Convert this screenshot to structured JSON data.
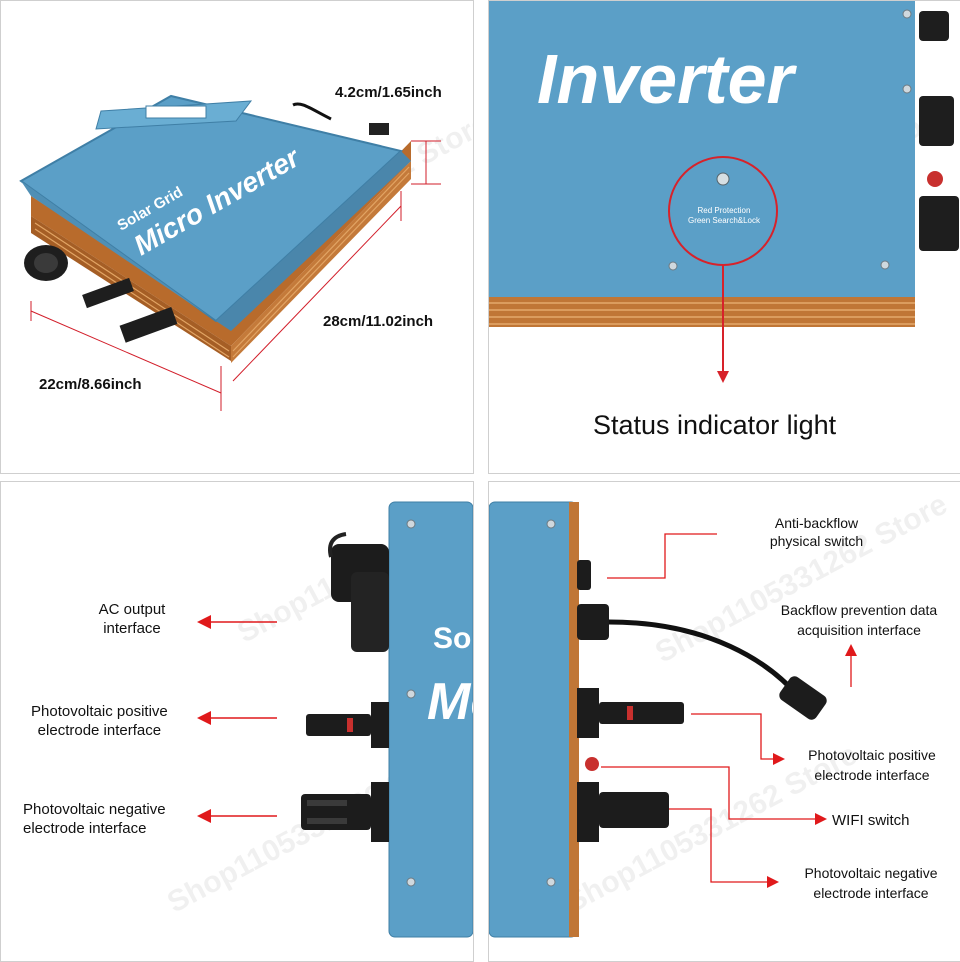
{
  "watermark": "Shop1105331262 Store",
  "panel1": {
    "height_dim": "4.2cm/1.65inch",
    "length_dim": "28cm/11.02inch",
    "width_dim": "22cm/8.66inch",
    "brand_small": "Solar Grid",
    "brand_large": "Micro Inverter"
  },
  "panel2": {
    "title_text": "Inverter",
    "led_line1": "Red Protection",
    "led_line2": "Green Search&Lock",
    "caption": "Status indicator light"
  },
  "panel3": {
    "ac_output": [
      "AC output",
      "interface"
    ],
    "pv_positive": [
      "Photovoltaic positive",
      "electrode interface"
    ],
    "pv_negative": [
      "Photovoltaic negative",
      "electrode interface"
    ],
    "face_text_top": "So",
    "face_text_big": "Mer"
  },
  "panel4": {
    "anti_backflow": [
      "Anti-backflow",
      "physical switch"
    ],
    "backflow_data": [
      "Backflow prevention data",
      "acquisition interface"
    ],
    "pv_positive": [
      "Photovoltaic positive",
      "electrode interface"
    ],
    "wifi_switch": "WIFI switch",
    "pv_negative": [
      "Photovoltaic negative",
      "electrode interface"
    ]
  },
  "colors": {
    "inverter_blue": "#5b9fc7",
    "copper": "#c07636",
    "arrow_red": "#e0191b",
    "dark": "#1b1b1b"
  }
}
